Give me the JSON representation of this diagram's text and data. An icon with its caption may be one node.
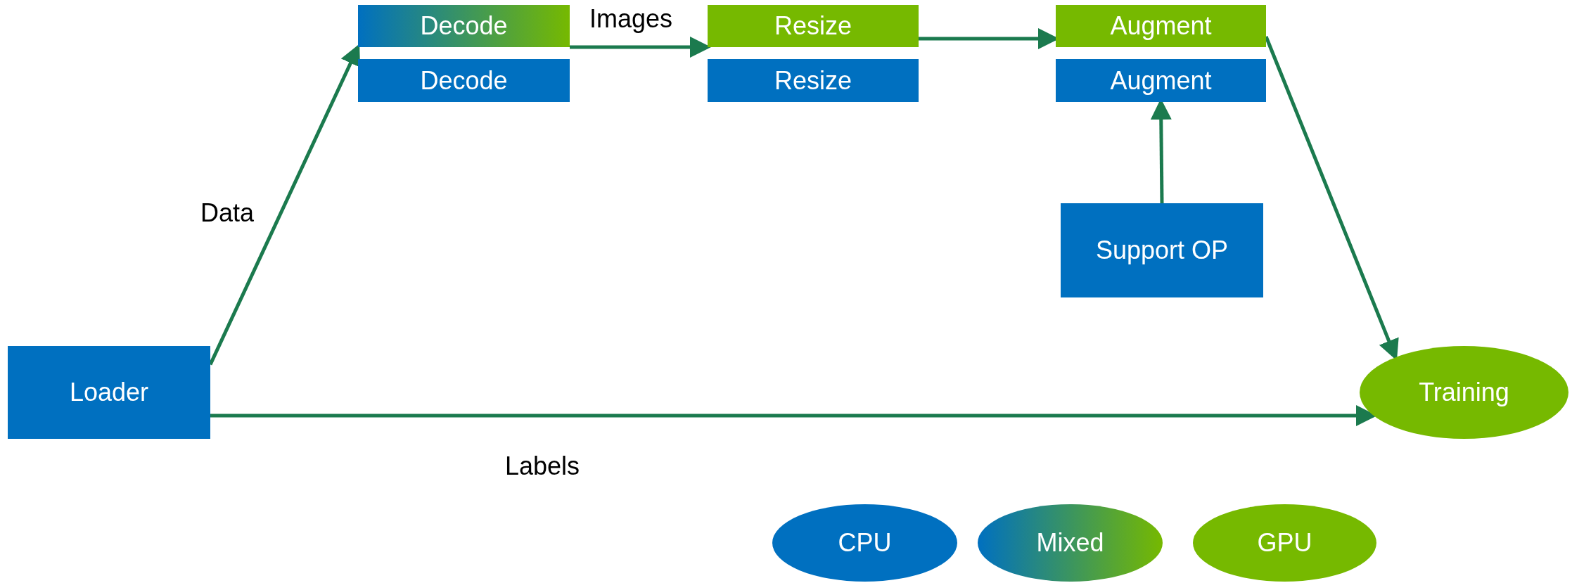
{
  "diagram": {
    "nodes": [
      {
        "text": [
          "Decode"
        ]
      },
      {
        "text": [
          "Resize"
        ]
      },
      {
        "text": [
          "Augment"
        ]
      },
      {
        "text": [
          "Decode"
        ]
      },
      {
        "text": [
          "Resize"
        ]
      },
      {
        "text": [
          "Augment"
        ]
      },
      {
        "text": [
          "Support OP"
        ]
      },
      {
        "text": [
          "Loader"
        ]
      },
      {
        "text": [
          "Training"
        ]
      },
      {
        "text": [
          "CPU"
        ]
      },
      {
        "text": [
          "Mixed"
        ]
      },
      {
        "text": [
          "GPU"
        ]
      }
    ],
    "edges": [
      {
        "from": 7,
        "to": 0,
        "arrow": "to",
        "label": "Data"
      },
      {
        "from": 0,
        "to": 1,
        "arrow": "to",
        "label": "Images"
      },
      {
        "from": 1,
        "to": 2,
        "arrow": "to"
      },
      {
        "from": 6,
        "to": 5,
        "arrow": "to"
      },
      {
        "from": 2,
        "to": 8,
        "arrow": "to"
      },
      {
        "from": 7,
        "to": 8,
        "arrow": "to",
        "label": "Labels"
      }
    ]
  }
}
